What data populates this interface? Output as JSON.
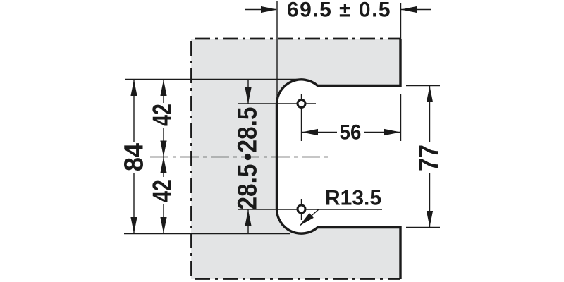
{
  "drawing": {
    "kind": "technical-dimension-drawing",
    "labels": {
      "top_width": "69.5 ± 0.5",
      "overall_height": "84",
      "upper_half": "42",
      "lower_half": "42",
      "upper_hole_offset": "28.5",
      "lower_hole_offset": "28.5",
      "hole_to_edge": "56",
      "cutout_height": "77",
      "radius": "R13.5"
    },
    "colors": {
      "line": "#1a1a1a",
      "plate_fill": "#e3e4e5",
      "background": "#ffffff"
    }
  }
}
